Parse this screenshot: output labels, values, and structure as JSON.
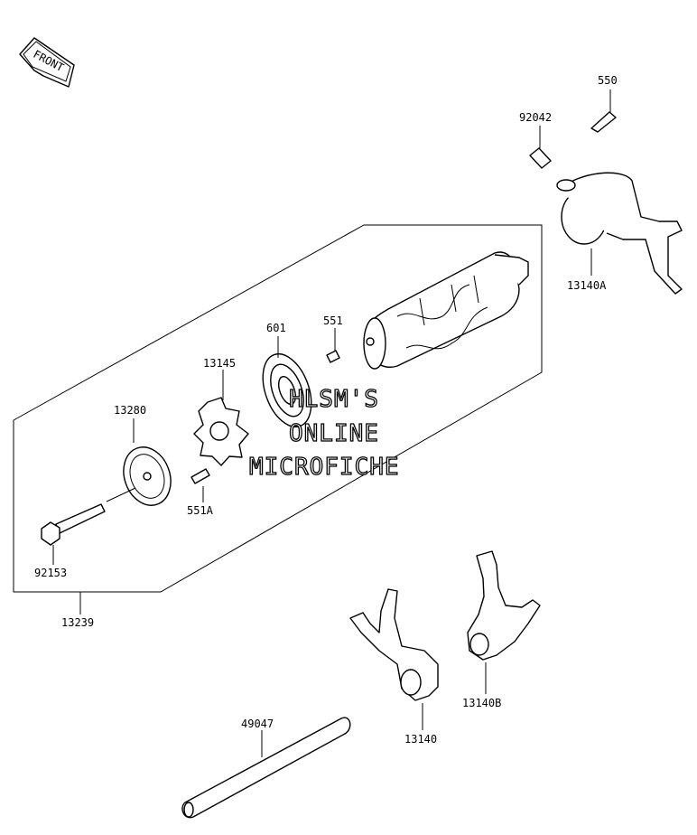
{
  "front_label": "FRONT",
  "watermark": [
    "HLSM'S",
    "ONLINE",
    "MICROFICHE"
  ],
  "parts": {
    "p550": "550",
    "p92042": "92042",
    "p13140A": "13140A",
    "p601": "601",
    "p551": "551",
    "p13145": "13145",
    "p13280": "13280",
    "p551A": "551A",
    "p92153": "92153",
    "p13239": "13239",
    "p49047": "49047",
    "p13140": "13140",
    "p13140B": "13140B"
  }
}
